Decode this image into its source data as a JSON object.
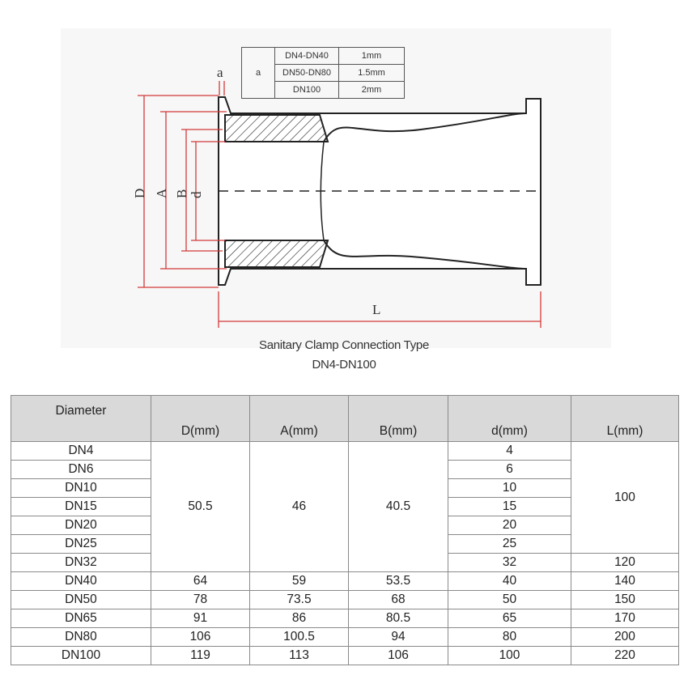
{
  "diagram": {
    "labels": {
      "a": "a",
      "D": "D",
      "A": "A",
      "B": "B",
      "d": "d",
      "L": "L"
    },
    "thickness_table": {
      "param": "a",
      "rows": [
        [
          "DN4-DN40",
          "1mm"
        ],
        [
          "DN50-DN80",
          "1.5mm"
        ],
        [
          "DN100",
          "2mm"
        ]
      ]
    },
    "caption_line1": "Sanitary Clamp Connection Type",
    "caption_line2": "DN4-DN100",
    "colors": {
      "dimension": "#d23a3a",
      "outline": "#222"
    }
  },
  "table": {
    "headers": [
      "Diameter",
      "D(mm)",
      "A(mm)",
      "B(mm)",
      "d(mm)",
      "L(mm)"
    ],
    "group": {
      "D": "50.5",
      "A": "46",
      "B": "40.5",
      "L_small": "100"
    },
    "rows": [
      {
        "dn": "DN4",
        "d": "4"
      },
      {
        "dn": "DN6",
        "d": "6"
      },
      {
        "dn": "DN10",
        "d": "10"
      },
      {
        "dn": "DN15",
        "d": "15"
      },
      {
        "dn": "DN20",
        "d": "20"
      },
      {
        "dn": "DN25",
        "d": "25"
      },
      {
        "dn": "DN32",
        "d": "32",
        "L": "120"
      },
      {
        "dn": "DN40",
        "D": "64",
        "A": "59",
        "B": "53.5",
        "d": "40",
        "L": "140"
      },
      {
        "dn": "DN50",
        "D": "78",
        "A": "73.5",
        "B": "68",
        "d": "50",
        "L": "150"
      },
      {
        "dn": "DN65",
        "D": "91",
        "A": "86",
        "B": "80.5",
        "d": "65",
        "L": "170"
      },
      {
        "dn": "DN80",
        "D": "106",
        "A": "100.5",
        "B": "94",
        "d": "80",
        "L": "200"
      },
      {
        "dn": "DN100",
        "D": "119",
        "A": "113",
        "B": "106",
        "d": "100",
        "L": "220"
      }
    ]
  }
}
